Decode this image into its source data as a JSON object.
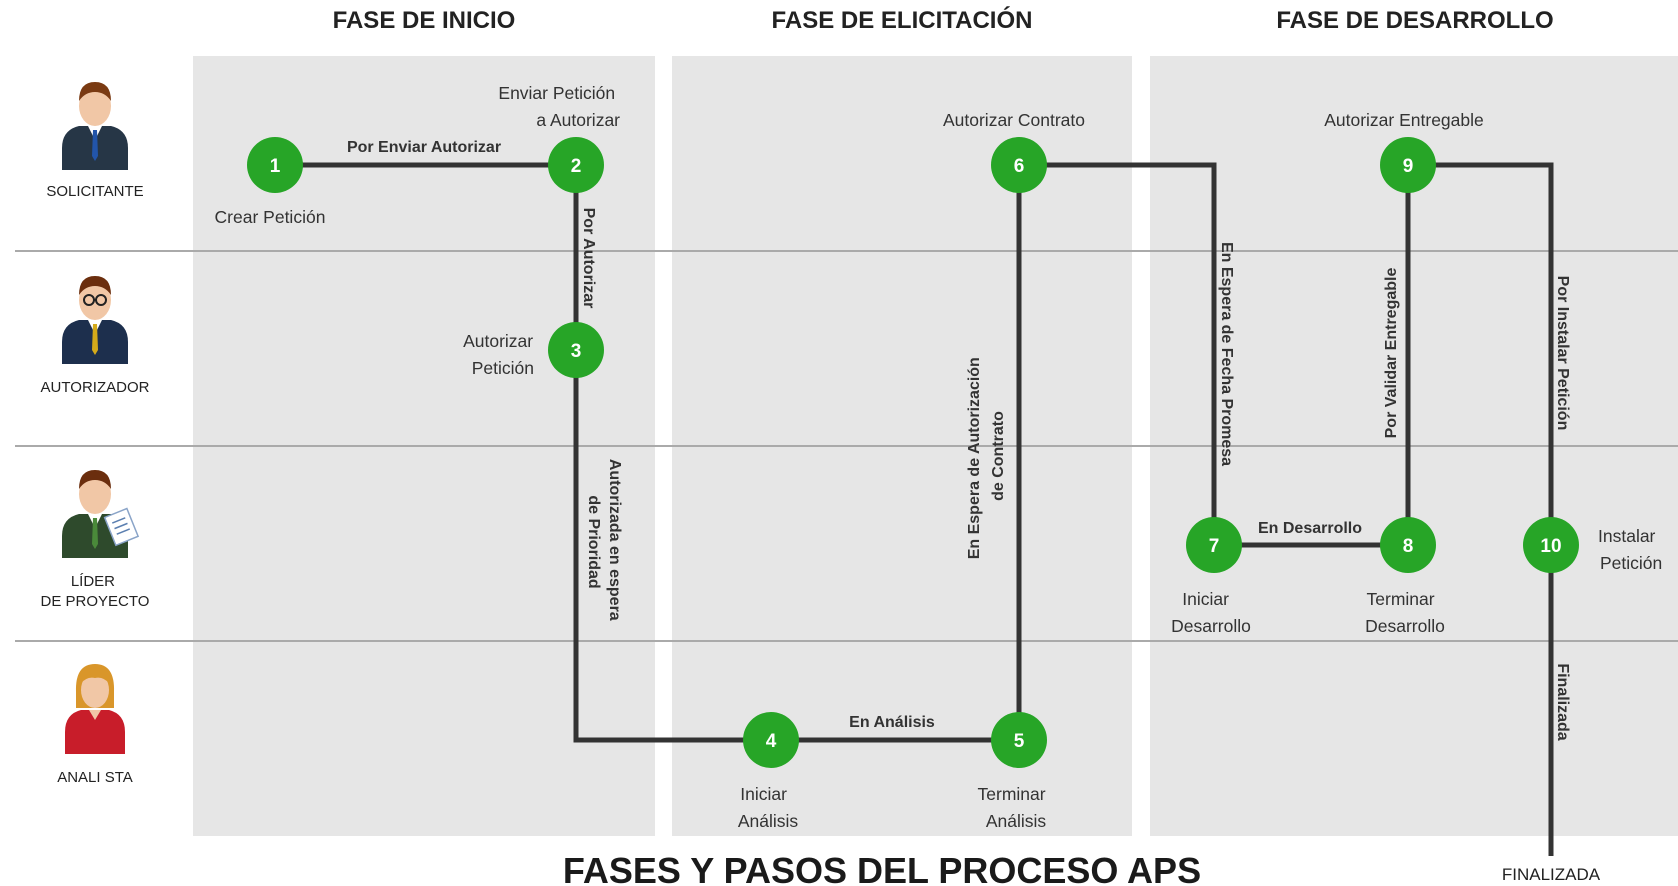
{
  "colors": {
    "panel": "#e6e6e6",
    "lane_line": "#aaaaaa",
    "node": "#27a527",
    "connector": "#333333"
  },
  "phases": [
    {
      "title": "FASE DE INICIO"
    },
    {
      "title": "FASE DE ELICITACIÓN"
    },
    {
      "title": "FASE DE DESARROLLO"
    }
  ],
  "roles": [
    {
      "lines": [
        "SOLICITANTE"
      ],
      "icon": "person-suit-icon"
    },
    {
      "lines": [
        "AUTORIZADOR"
      ],
      "icon": "person-glasses-icon"
    },
    {
      "lines": [
        "LÍDER",
        "DE PROYECTO"
      ],
      "icon": "person-documents-icon"
    },
    {
      "lines": [
        "ANALI STA"
      ],
      "icon": "person-woman-icon"
    }
  ],
  "steps": [
    {
      "number": "1",
      "label": [
        "Crear Petición"
      ]
    },
    {
      "number": "2",
      "label": [
        "Enviar Petición",
        "a Autorizar"
      ]
    },
    {
      "number": "3",
      "label": [
        "Autorizar",
        "Petición"
      ]
    },
    {
      "number": "4",
      "label": [
        "Iniciar",
        "Análisis"
      ]
    },
    {
      "number": "5",
      "label": [
        "Terminar",
        "Análisis"
      ]
    },
    {
      "number": "6",
      "label": [
        "Autorizar Contrato"
      ]
    },
    {
      "number": "7",
      "label": [
        "Iniciar",
        "Desarrollo"
      ]
    },
    {
      "number": "8",
      "label": [
        "Terminar",
        "Desarrollo"
      ]
    },
    {
      "number": "9",
      "label": [
        "Autorizar Entregable"
      ]
    },
    {
      "number": "10",
      "label": [
        "Instalar",
        "Petición"
      ]
    }
  ],
  "transitions": [
    {
      "from": "1",
      "to": "2",
      "label": [
        "Por Enviar Autorizar"
      ]
    },
    {
      "from": "2",
      "to": "3",
      "label": [
        "Por Autorizar"
      ]
    },
    {
      "from": "3",
      "to": "4",
      "label": [
        "Autorizada en espera",
        "de Prioridad"
      ]
    },
    {
      "from": "4",
      "to": "5",
      "label": [
        "En Análisis"
      ]
    },
    {
      "from": "5",
      "to": "6",
      "label": [
        "En Espera de Autorización",
        "de Contrato"
      ]
    },
    {
      "from": "6",
      "to": "7",
      "label": [
        "En Espera de Fecha Promesa"
      ]
    },
    {
      "from": "7",
      "to": "8",
      "label": [
        "En Desarrollo"
      ]
    },
    {
      "from": "8",
      "to": "9",
      "label": [
        "Por Validar Entregable"
      ]
    },
    {
      "from": "9",
      "to": "10",
      "label": [
        "Por Instalar Petición"
      ]
    },
    {
      "from": "10",
      "to": "end",
      "label": [
        "Finalizada"
      ]
    }
  ],
  "end_state": "FINALIZADA",
  "title": "FASES Y PASOS DEL PROCESO APS"
}
